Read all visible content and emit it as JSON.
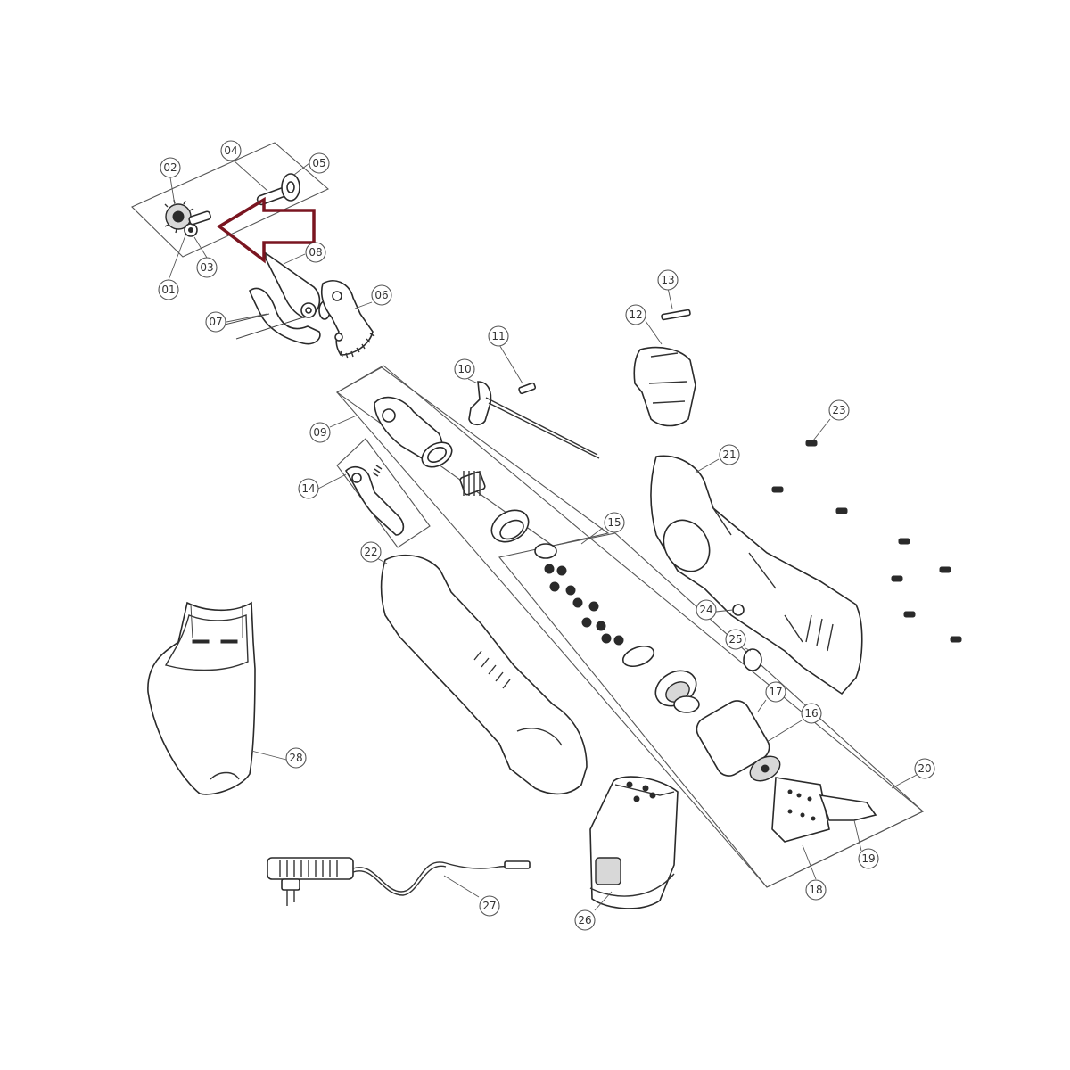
{
  "diagram": {
    "callouts": [
      {
        "id": "p01",
        "label": "01"
      },
      {
        "id": "p02",
        "label": "02"
      },
      {
        "id": "p03",
        "label": "03"
      },
      {
        "id": "p04",
        "label": "04"
      },
      {
        "id": "p05",
        "label": "05"
      },
      {
        "id": "p06",
        "label": "06"
      },
      {
        "id": "p07",
        "label": "07"
      },
      {
        "id": "p08",
        "label": "08"
      },
      {
        "id": "p09",
        "label": "09"
      },
      {
        "id": "p10",
        "label": "10"
      },
      {
        "id": "p11",
        "label": "11"
      },
      {
        "id": "p12",
        "label": "12"
      },
      {
        "id": "p13",
        "label": "13"
      },
      {
        "id": "p14",
        "label": "14"
      },
      {
        "id": "p15",
        "label": "15"
      },
      {
        "id": "p16",
        "label": "16"
      },
      {
        "id": "p17",
        "label": "17"
      },
      {
        "id": "p18",
        "label": "18"
      },
      {
        "id": "p19",
        "label": "19"
      },
      {
        "id": "p20",
        "label": "20"
      },
      {
        "id": "p21",
        "label": "21"
      },
      {
        "id": "p22",
        "label": "22"
      },
      {
        "id": "p23",
        "label": "23"
      },
      {
        "id": "p24",
        "label": "24"
      },
      {
        "id": "p25",
        "label": "25"
      },
      {
        "id": "p26",
        "label": "26"
      },
      {
        "id": "p27",
        "label": "27"
      },
      {
        "id": "p28",
        "label": "28"
      }
    ],
    "highlight_arrow_color": "#7a1520",
    "line_color": "#2a2a2a"
  }
}
